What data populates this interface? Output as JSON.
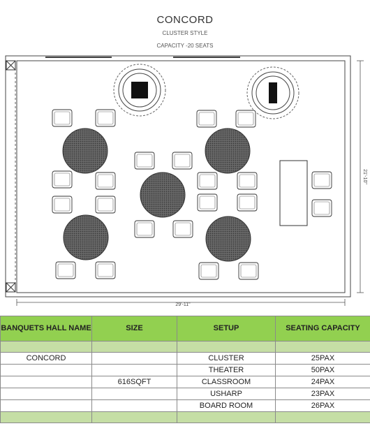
{
  "header": {
    "hall_name": "CONCORD",
    "style": "CLUSTER STYLE",
    "capacity": "CAPACITY -20 SEATS"
  },
  "dimensions": {
    "width": "29'-11\"",
    "depth": "21'-10\""
  },
  "colors": {
    "header_green": "#92d050",
    "band_green": "#c5dea5",
    "highlight_yellow": "#ffff00",
    "table_fill": "#555555"
  },
  "table": {
    "headers": [
      "BANQUETS  HALL NAME",
      "SIZE",
      "SETUP",
      "SEATING CAPACITY"
    ],
    "rows": [
      {
        "name": "CONCORD",
        "size": "",
        "setup": "CLUSTER",
        "capacity": "25PAX"
      },
      {
        "name": "",
        "size": "",
        "setup": "THEATER",
        "capacity": "50PAX"
      },
      {
        "name": "",
        "size": "616SQFT",
        "setup": "CLASSROOM",
        "capacity": "24PAX"
      },
      {
        "name": "",
        "size": "",
        "setup": "USHARP",
        "capacity": "23PAX"
      },
      {
        "name": "",
        "size": "",
        "setup": "BOARD ROOM",
        "capacity": "26PAX"
      }
    ]
  }
}
